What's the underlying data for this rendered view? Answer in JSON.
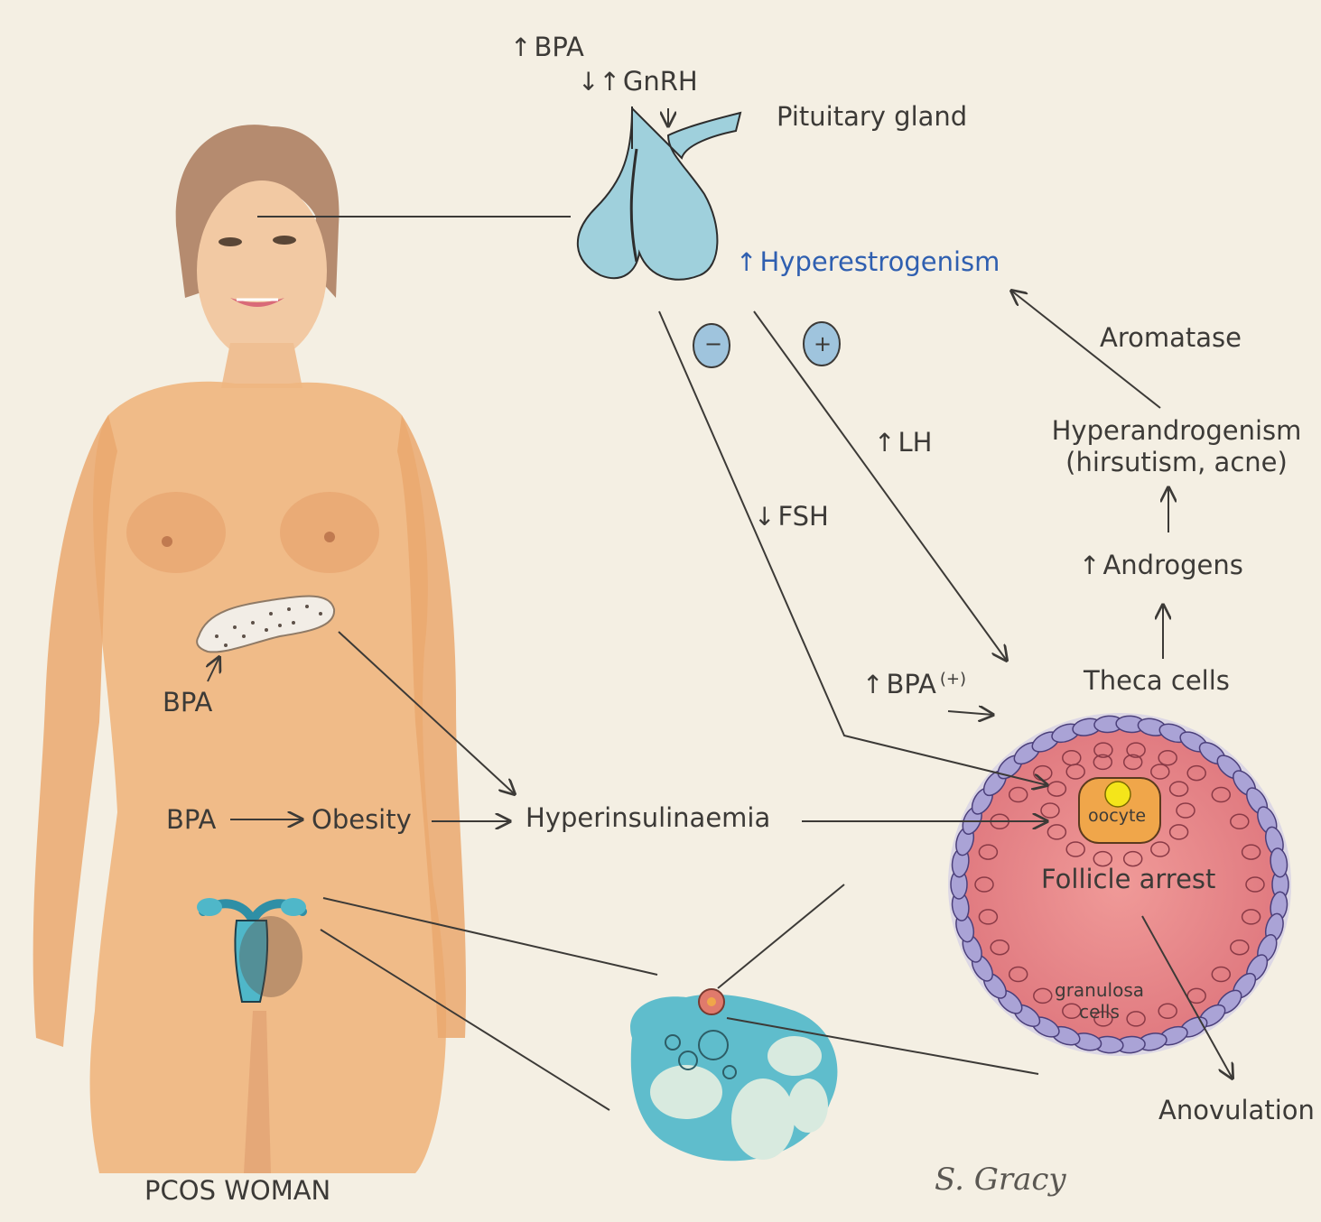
{
  "title": "PCOS WOMAN",
  "signature": "S. Gracy",
  "labels": {
    "bpa_top": "BPA",
    "gnrh": "GnRH",
    "pituitary": "Pituitary gland",
    "hyperestrogenism": "Hyperestrogenism",
    "minus": "−",
    "plus": "+",
    "aromatase": "Aromatase",
    "hyperandrogenism_line1": "Hyperandrogenism",
    "hyperandrogenism_line2": "(hirsutism, acne)",
    "lh": "LH",
    "fsh": "FSH",
    "androgens": "Androgens",
    "theca": "Theca cells",
    "bpa_follicle": "BPA",
    "bpa_follicle_mark": "(+)",
    "bpa_pancreas": "BPA",
    "bpa_obesity": "BPA",
    "obesity": "Obesity",
    "hyperinsulinaemia": "Hyperinsulinaemia",
    "oocyte": "oocyte",
    "follicle_arrest": "Follicle arrest",
    "granulosa_line1": "granulosa",
    "granulosa_line2": "cells",
    "anovulation": "Anovulation"
  },
  "arrows": {
    "up": "↑",
    "down": "↓",
    "down_up": "↓↑"
  },
  "colors": {
    "text": "#3c3a37",
    "accent_blue": "#2f5fb0",
    "pituitary": "#9fd0dc",
    "skin": "#efbd8a",
    "follicle": "#e98c8e",
    "theca_cells": "#8f86c0",
    "ovary": "#4fb7c9",
    "oocyte": "#f0a64a",
    "nucleus": "#f4e51a"
  }
}
